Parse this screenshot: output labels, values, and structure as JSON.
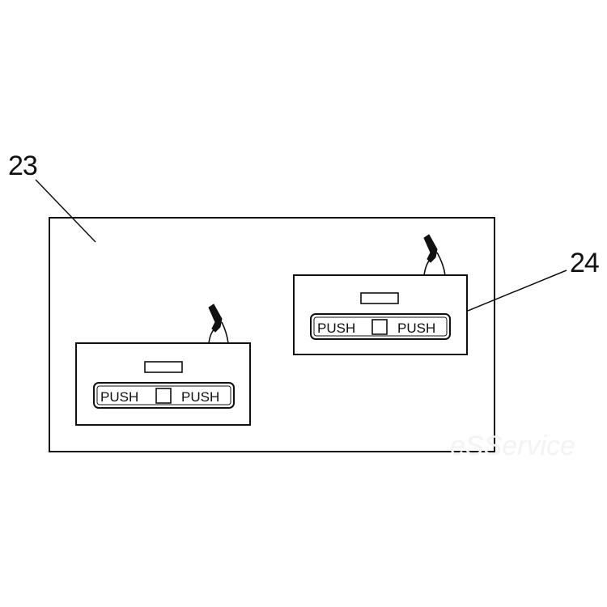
{
  "callouts": {
    "panel": "23",
    "socket": "24"
  },
  "socket_a": {
    "left_label": "PUSH",
    "right_label": "PUSH"
  },
  "socket_b": {
    "left_label": "PUSH",
    "right_label": "PUSH"
  },
  "watermark_text": "eSService",
  "colors": {
    "line": "#111111",
    "background": "#ffffff"
  }
}
